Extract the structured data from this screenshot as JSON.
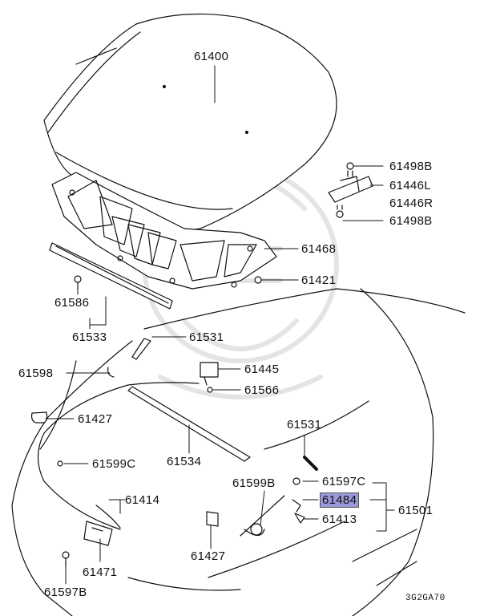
{
  "diagram": {
    "labels": {
      "hood": "61400",
      "bolt_top_right": "61498B",
      "hinge_left": "61446L",
      "hinge_right": "61446R",
      "bolt_lower_right": "61498B",
      "insulator": "61468",
      "bumper_right": "61421",
      "clip_left": "61586",
      "seal_front": "61533",
      "stay_clip_top": "61531",
      "clip_cable": "61598",
      "latch": "61445",
      "bolt_latch": "61566",
      "bumper_left": "61427",
      "seal_cowl": "61534",
      "stay_clip_mid": "61531",
      "clip_599c": "61599C",
      "prop_clip_b": "61599B",
      "grommet_597c": "61597C",
      "prop_rod": "61484",
      "assembly": "61501",
      "holder": "61413",
      "cable": "61414",
      "bumper_bottom": "61427",
      "release_lever": "61471",
      "grommet_597b": "61597B"
    },
    "highlighted_part": "61484",
    "highlight_color": "#9a98d8",
    "diagram_code": "3G2GA70"
  }
}
